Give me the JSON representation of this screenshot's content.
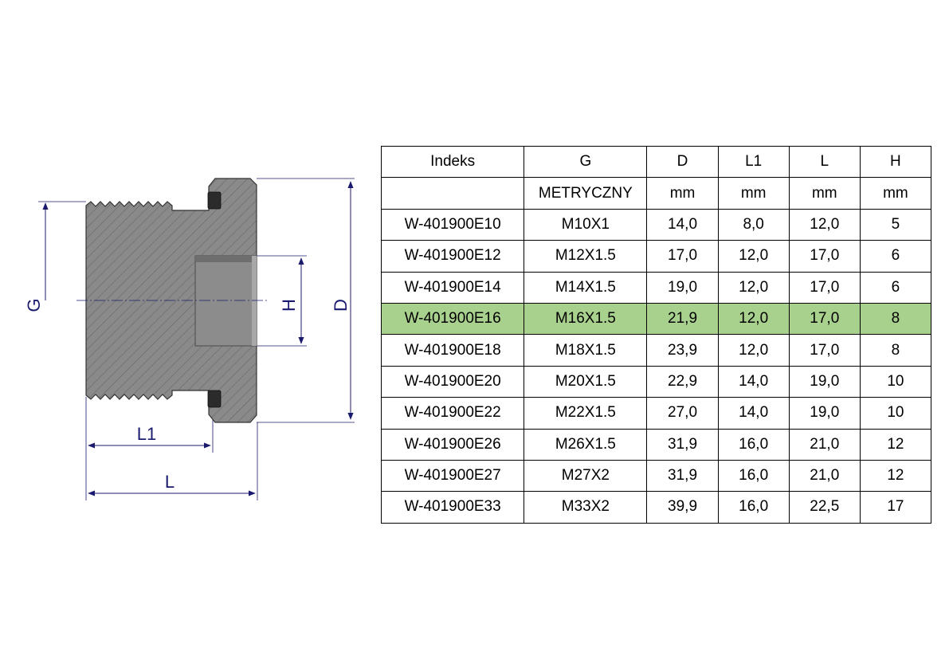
{
  "drawing": {
    "labels": {
      "g": "G",
      "h": "H",
      "d": "D",
      "l1": "L1",
      "l": "L"
    },
    "colors": {
      "body": "#8a8a8a",
      "hatch": "#666666",
      "seal": "#2b2b2b",
      "dimension": "#1a1a6e"
    }
  },
  "table": {
    "header": [
      "Indeks",
      "G",
      "D",
      "L1",
      "L",
      "H"
    ],
    "units": [
      "",
      "METRYCZNY",
      "mm",
      "mm",
      "mm",
      "mm"
    ],
    "highlight_color": "#a9d18e",
    "rows": [
      {
        "cells": [
          "W-401900E10",
          "M10X1",
          "14,0",
          "8,0",
          "12,0",
          "5"
        ],
        "highlight": false
      },
      {
        "cells": [
          "W-401900E12",
          "M12X1.5",
          "17,0",
          "12,0",
          "17,0",
          "6"
        ],
        "highlight": false
      },
      {
        "cells": [
          "W-401900E14",
          "M14X1.5",
          "19,0",
          "12,0",
          "17,0",
          "6"
        ],
        "highlight": false
      },
      {
        "cells": [
          "W-401900E16",
          "M16X1.5",
          "21,9",
          "12,0",
          "17,0",
          "8"
        ],
        "highlight": true
      },
      {
        "cells": [
          "W-401900E18",
          "M18X1.5",
          "23,9",
          "12,0",
          "17,0",
          "8"
        ],
        "highlight": false
      },
      {
        "cells": [
          "W-401900E20",
          "M20X1.5",
          "22,9",
          "14,0",
          "19,0",
          "10"
        ],
        "highlight": false
      },
      {
        "cells": [
          "W-401900E22",
          "M22X1.5",
          "27,0",
          "14,0",
          "19,0",
          "10"
        ],
        "highlight": false
      },
      {
        "cells": [
          "W-401900E26",
          "M26X1.5",
          "31,9",
          "16,0",
          "21,0",
          "12"
        ],
        "highlight": false
      },
      {
        "cells": [
          "W-401900E27",
          "M27X2",
          "31,9",
          "16,0",
          "21,0",
          "12"
        ],
        "highlight": false
      },
      {
        "cells": [
          "W-401900E33",
          "M33X2",
          "39,9",
          "16,0",
          "22,5",
          "17"
        ],
        "highlight": false
      }
    ]
  }
}
